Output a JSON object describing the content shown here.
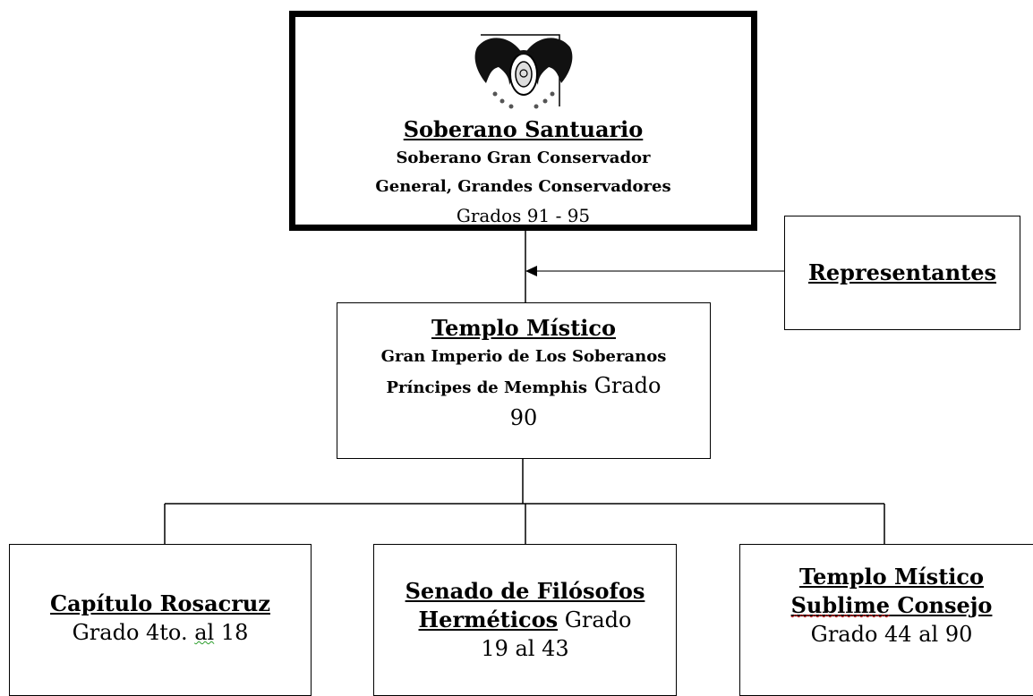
{
  "top": {
    "title": "Soberano Santuario",
    "line1": "Soberano Gran Conservador",
    "line2": "General, Grandes Conservadores",
    "line3": "Grados 91 - 95"
  },
  "side": {
    "title": "Representantes"
  },
  "middle": {
    "title": "Templo Místico",
    "line1": "Gran Imperio de Los Soberanos",
    "line2_bold": "Príncipes de Memphis",
    "line2_reg": " Grado",
    "line3": "90"
  },
  "bottom": [
    {
      "title": "Capítulo Rosacruz",
      "text_a": "Grado 4to. ",
      "text_b": "al",
      "text_c": " 18"
    },
    {
      "title_a": "Senado de Filósofos",
      "title_b": "Herméticos",
      "text_a": " Grado",
      "text_b": "19 al 43"
    },
    {
      "title_a": "Templo Místico",
      "title_b": "Sublime",
      "title_c": " Consejo",
      "text": "Grado 44 al 90"
    }
  ]
}
